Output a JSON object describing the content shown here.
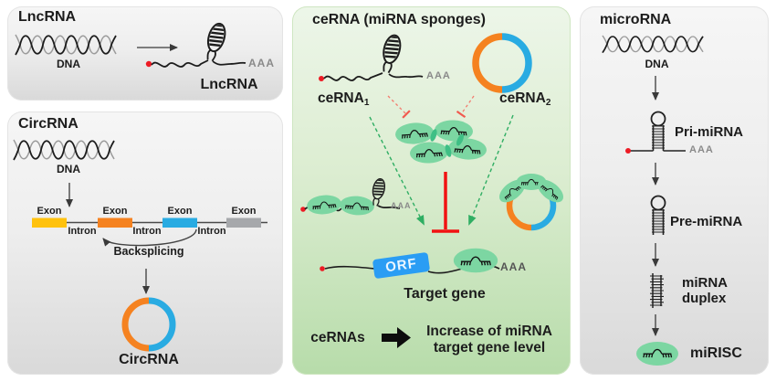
{
  "colors": {
    "exon_yellow": "#ffc20e",
    "exon_orange": "#f58220",
    "exon_blue": "#29abe2",
    "exon_gray": "#a6a8ab",
    "ring_orange": "#f58220",
    "ring_blue": "#29abe2",
    "mirna_oval_green": "#7cd6a2",
    "mirna_oval_green_dark": "#3fbf85",
    "inhibit_red": "#f11212",
    "inhibit_red_dashed": "#f37c6f",
    "promote_green_dashed": "#2fae63",
    "orf_blue": "#2a9df4",
    "cap_red": "#ed1b24",
    "panel_gray_top": "#f6f6f6",
    "panel_gray_bottom": "#d9d9d9",
    "panel_green_top": "#edf6e9",
    "panel_green_bottom": "#b7dcaa"
  },
  "panels": {
    "lncrna": {
      "title": "LncRNA",
      "dna": "DNA",
      "poly_a": "AAA",
      "product": "LncRNA"
    },
    "circrna": {
      "title": "CircRNA",
      "dna": "DNA",
      "exons": [
        "Exon",
        "Exon",
        "Exon",
        "Exon"
      ],
      "introns": [
        "Intron",
        "Intron",
        "Intron"
      ],
      "backsplicing": "Backsplicing",
      "product": "CircRNA"
    },
    "cerna": {
      "title": "ceRNA (miRNA sponges)",
      "cerna1_base": "ceRNA",
      "cerna1_sub": "1",
      "cerna2_base": "ceRNA",
      "cerna2_sub": "2",
      "poly_a_cerna1": "AAA",
      "poly_a_sponge": "AAA",
      "orf": "ORF",
      "poly_a_target": "AAA",
      "target_gene": "Target gene",
      "cernas": "ceRNAs",
      "conclusion_line1": "Increase of miRNA",
      "conclusion_line2": "target gene level"
    },
    "microrna": {
      "title": "microRNA",
      "dna": "DNA",
      "poly_a": "AAA",
      "pri": "Pri-miRNA",
      "pre": "Pre-miRNA",
      "duplex_line1": "miRNA",
      "duplex_line2": "duplex",
      "mirisc": "miRISC"
    }
  },
  "icons": [
    "dna-helix-icon",
    "hairpin-loop-icon",
    "mirna-comb-icon",
    "mirna-bound-oval-icon",
    "stem-loop-icon",
    "mirna-duplex-icon",
    "circle-rna-icon",
    "inhibition-tbar-icon",
    "black-bold-arrow-icon",
    "five-prime-cap-dot-icon"
  ]
}
